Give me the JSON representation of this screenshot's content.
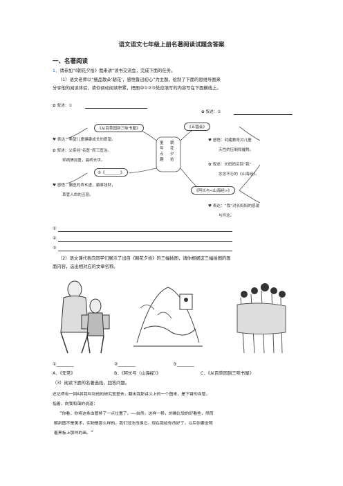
{
  "title": "语文语文七年级上册名著阅读试题含答案",
  "section": "一、名著阅读",
  "q1": {
    "num": "1．",
    "intro": "请参加“《朝花夕拾》我来讲”读书交流会，完成下面的任务。",
    "p1a": "（1）语文老师以“细品散朵‘朝花’，感悟鲁迅初心”为主题，绘制了下面的思维导图来",
    "p1b": "分享他的阅读体验，请你调动阅读积累，把图中①②③处应填写的内容写在下面横线上。"
  },
  "mindmap": {
    "center": "童年点趣",
    "center_right": "朝花夕拾",
    "left_top_label": "叙述：①",
    "box_baicao": "《从百草园到三味书屋》",
    "biaoda1a": "表达：希望儿童健康成长的愿望。",
    "xushu2a": "叙述：父亲经“名医”而三医治。",
    "xushu2b": "却病情加重，最终去世。",
    "box3": "③《________》",
    "ganwu1a": "感悟：庸医的弄玄虚，骗事钱财，",
    "ganwu1b": "草菅人命的丑恶。",
    "right_top_label": "叙述：②",
    "box_wuchang": "《五猖会》",
    "ganwu2a": "感悟：封建教育对儿童",
    "ganwu2b": "天性的压制和摧残。",
    "xushu3a": "叙述：长妈妈买回“我”",
    "xushu3b": "念念不忘的《山海经》。",
    "box_amah": "《阿长与<山海经>》",
    "biaoda2a": "表达：“我”对长妈妈的感激",
    "biaoda2b": "与怀念。"
  },
  "blanks": [
    "①",
    "②",
    "③"
  ],
  "q2": {
    "text_a": "（2）语文课代表向同学们展示了出自《朝花夕拾》的三幅插图，请你根据这三幅插图的画",
    "text_b": "面内容，选出相对应的文章名称。",
    "labels": [
      "①________",
      "②________",
      "③________"
    ],
    "options": [
      "A．《无常》",
      "B．《阿长与〈山海经〉》",
      "C．《从百草园到三味书屋》"
    ]
  },
  "q3": {
    "text": "（3）阅读下面的名著选段，回答问题。",
    "passage": [
      "还记得有一回A将我叫到他的研究室里去，翻出我那讲义上的一个图来，是下臂的血管，",
      "指着，向我和蔼的说道：",
      "“你看，你将这条血管移了一点位置了。——自然，这样一移，的确比较的好看些，然而",
      "解剖图不是美术，实物是那么样的，我们没法改换它。现在我给你改好了，以后你要全照",
      "着黑板上那样的画。”"
    ]
  }
}
